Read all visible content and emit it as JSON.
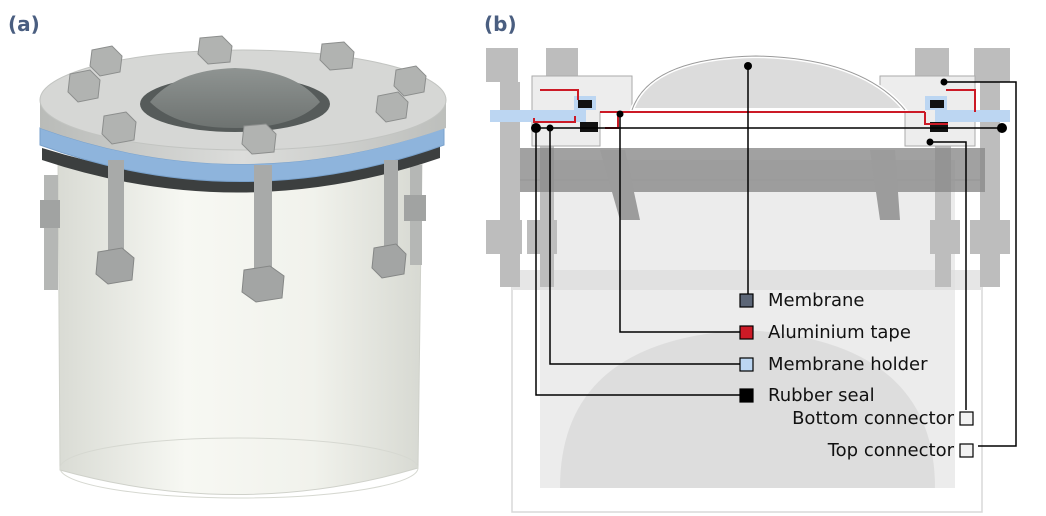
{
  "panels": {
    "a": {
      "label": "(a)"
    },
    "b": {
      "label": "(b)"
    }
  },
  "legend": [
    {
      "id": "membrane",
      "label": "Membrane",
      "color": "#5c6677",
      "side": "left"
    },
    {
      "id": "aluminium-tape",
      "label": "Aluminium tape",
      "color": "#cc1a26",
      "side": "left"
    },
    {
      "id": "membrane-holder",
      "label": "Membrane holder",
      "color": "#bcd6f2",
      "side": "left"
    },
    {
      "id": "rubber-seal",
      "label": "Rubber seal",
      "color": "#000000",
      "side": "left"
    },
    {
      "id": "bottom-connector",
      "label": "Bottom connector",
      "color": "#f2f2f2",
      "side": "right"
    },
    {
      "id": "top-connector",
      "label": "Top connector",
      "color": "#f2f2f2",
      "side": "right"
    }
  ],
  "colors": {
    "panel_label": "#4a5e80",
    "body_light": "#f0f1ec",
    "body_shade": "#d2d4ce",
    "flange_light": "#d4d5d3",
    "flange_dark": "#a6a8a6",
    "ring_blue": "#8eb4dc",
    "bolt": "#a9abaa",
    "bolt_dark": "#858786",
    "section_grey": "#cfcfcf",
    "section_dark": "#9a9a9a"
  }
}
